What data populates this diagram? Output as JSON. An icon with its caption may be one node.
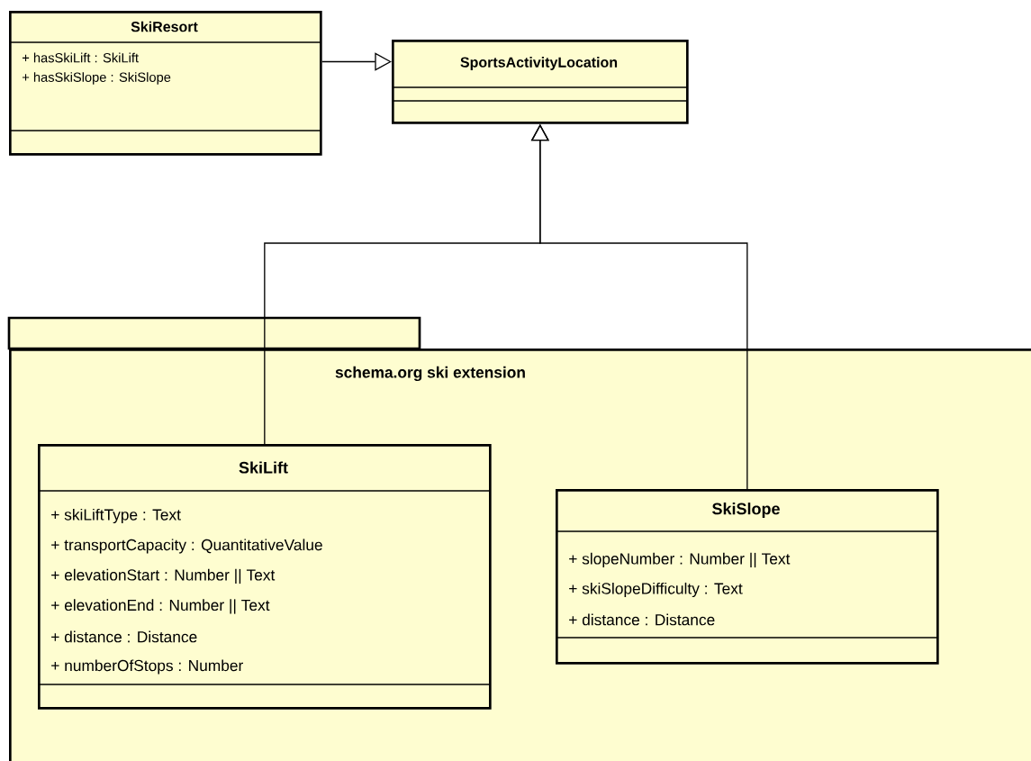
{
  "diagram": {
    "nodes": [
      {
        "text": [
          "SkiResort",
          "+ hasSkiLift : SkiLift",
          "+ hasSkiSlope : SkiSlope"
        ]
      },
      {
        "text": [
          "SportsActivityLocation"
        ]
      },
      {
        "text": [
          "schema.org ski extension"
        ]
      },
      {
        "text": [
          "SkiLift",
          "+ skiLiftType : Text",
          "+ transportCapacity : QuantitativeValue",
          "+ elevationStart : Number || Text",
          "+ elevationEnd : Number || Text",
          "+ distance : Distance",
          "+ numberOfStops : Number"
        ],
        "in": 2
      },
      {
        "text": [
          "SkiSlope",
          "+ slopeNumber : Number || Text",
          "+ skiSlopeDifficulty : Text",
          "+ distance : Distance"
        ],
        "in": 2
      }
    ],
    "edges": [
      {
        "from": 0,
        "to": 1,
        "arrow": "to"
      },
      {
        "from": 3,
        "to": 1,
        "arrow": "to"
      },
      {
        "from": 4,
        "to": 1,
        "arrow": "to"
      }
    ]
  }
}
